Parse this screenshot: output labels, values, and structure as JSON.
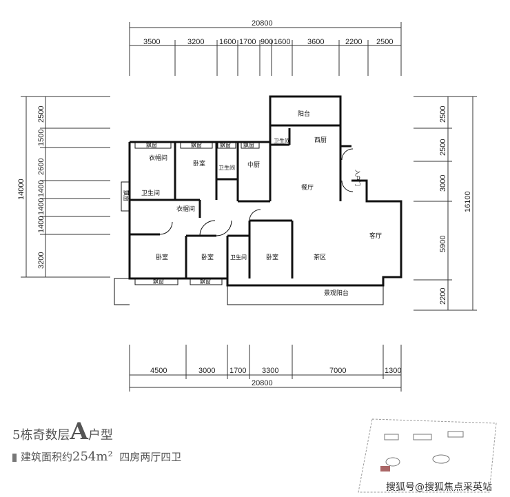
{
  "top_dims": {
    "total": "20800",
    "segments": [
      "3500",
      "3200",
      "1600",
      "1700",
      "900",
      "1600",
      "3600",
      "2200",
      "2500"
    ]
  },
  "bottom_dims": {
    "total": "20800",
    "segments": [
      "4500",
      "3000",
      "1700",
      "3300",
      "7000",
      "1300"
    ]
  },
  "left_dims": {
    "total": "14000",
    "segments": [
      "2500",
      "1500",
      "2600",
      "1400",
      "1400",
      "1400",
      "3200"
    ]
  },
  "right_dims": {
    "total": "16100",
    "segments": [
      "2500",
      "2500",
      "3000",
      "5900",
      "2200"
    ]
  },
  "rooms": {
    "balcony": "阳台",
    "wc_top": "卫生间",
    "west_kitchen": "西厨",
    "bay_window_1": "飘窗",
    "bay_window_2": "飘窗",
    "bay_window_3": "飘窗",
    "bay_window_4": "飘窗",
    "bay_window_5": "飘窗",
    "closet_1": "衣帽间",
    "bedroom_1": "卧室",
    "wc_2": "卫生间",
    "chinese_kitchen": "中厨",
    "dining": "餐厅",
    "entrance_door": "入户门",
    "wc_left": "卫生间",
    "bay_side": "飘窗",
    "closet_2": "衣帽间",
    "living": "客厅",
    "bedroom_master": "卧室",
    "bedroom_2": "卧室",
    "wc_3": "卫生间",
    "bedroom_3": "卧室",
    "tea_area": "茶区",
    "scenic_balcony": "景观阳台"
  },
  "caption": {
    "line1_prefix": "5栋奇数层",
    "line1_letter": "A",
    "line1_suffix": "户型",
    "line2_prefix": "建筑面积约",
    "line2_area": "254m²",
    "line2_rooms": "四房两厅四卫"
  },
  "watermark": "搜狐号@搜狐焦点采英站"
}
